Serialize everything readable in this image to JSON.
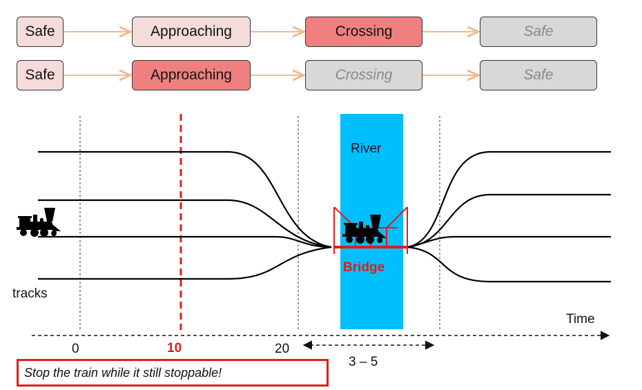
{
  "state_rows": [
    {
      "states": [
        {
          "label": "Safe",
          "status": "pale"
        },
        {
          "label": "Approaching",
          "status": "pale"
        },
        {
          "label": "Crossing",
          "status": "active"
        },
        {
          "label": "Safe",
          "status": "off"
        }
      ]
    },
    {
      "states": [
        {
          "label": "Safe",
          "status": "pale"
        },
        {
          "label": "Approaching",
          "status": "active"
        },
        {
          "label": "Crossing",
          "status": "off"
        },
        {
          "label": "Safe",
          "status": "off"
        }
      ]
    }
  ],
  "diagram": {
    "river_label": "River",
    "bridge_label": "Bridge",
    "tracks_label": "tracks",
    "time_label": "Time",
    "tick_0": "0",
    "tick_10": "10",
    "tick_20": "20",
    "bridge_range": "3 – 5",
    "note": "Stop the train while it still stoppable!"
  },
  "icons": {
    "train": "steam-locomotive-icon",
    "arrow": "arrow-right-icon"
  },
  "colors": {
    "pale_state": "#f3dcd9",
    "active_state": "#f08080",
    "inactive_state": "#d8d8d8",
    "river": "#00bfff",
    "alert_red": "#e31b1b",
    "arrow": "#f5b98a"
  }
}
